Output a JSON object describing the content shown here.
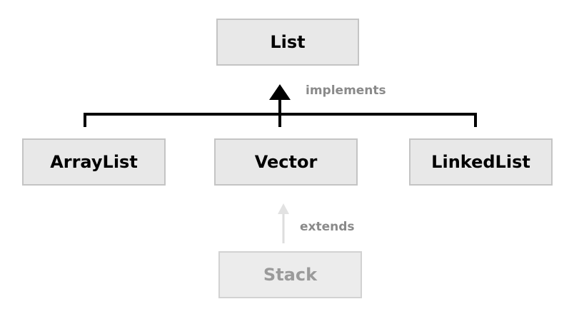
{
  "diagram": {
    "nodes": {
      "list": "List",
      "arraylist": "ArrayList",
      "vector": "Vector",
      "linkedlist": "LinkedList",
      "stack": "Stack"
    },
    "relations": {
      "implements": "implements",
      "extends": "extends"
    }
  }
}
